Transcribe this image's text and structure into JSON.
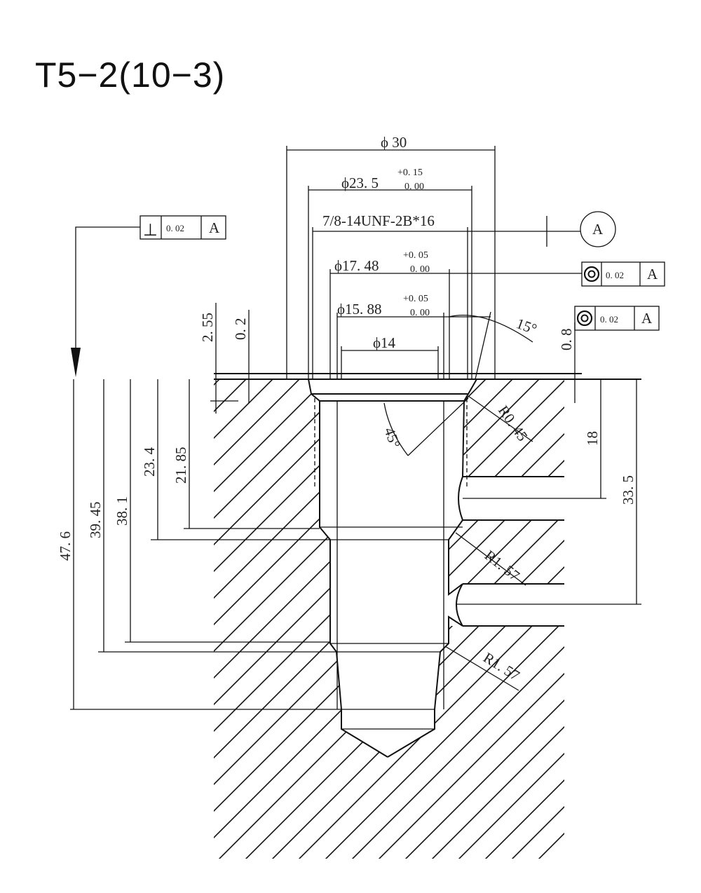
{
  "title": "T5−2(10−3)",
  "dimensions": {
    "phi30": "ϕ 30",
    "phi23_5": "ϕ23. 5",
    "phi23_5_tol_upper": "+0. 15",
    "phi23_5_tol_lower": "0. 00",
    "thread": "7/8-14UNF-2B*16",
    "phi17_48": "ϕ17. 48",
    "phi17_48_tol_upper": "+0. 05",
    "phi17_48_tol_lower": "0. 00",
    "phi15_88": "ϕ15. 88",
    "phi15_88_tol_upper": "+0. 05",
    "phi15_88_tol_lower": "0. 00",
    "phi14": "ϕ14",
    "d2_55": "2. 55",
    "d0_2": "0. 2",
    "d0_8": "0. 8",
    "angle15": "15°",
    "angle45": "45°",
    "r0_45": "R0. 45",
    "r1_57_upper": "R1. 57",
    "r1_57_lower": "R1. 57",
    "d18": "18",
    "d33_5": "33. 5",
    "d23_4": "23. 4",
    "d21_85": "21. 85",
    "d38_1": "38. 1",
    "d39_45": "39. 45",
    "d47_6": "47. 6"
  },
  "tolerances": {
    "perpendicularity": {
      "symbol": "⊥",
      "value": "0. 02",
      "datum": "A"
    },
    "concentricity_1": {
      "symbol": "◎",
      "value": "0. 02",
      "datum": "A"
    },
    "concentricity_2": {
      "symbol": "◎",
      "value": "0. 02",
      "datum": "A"
    },
    "datum_marker": "A"
  }
}
